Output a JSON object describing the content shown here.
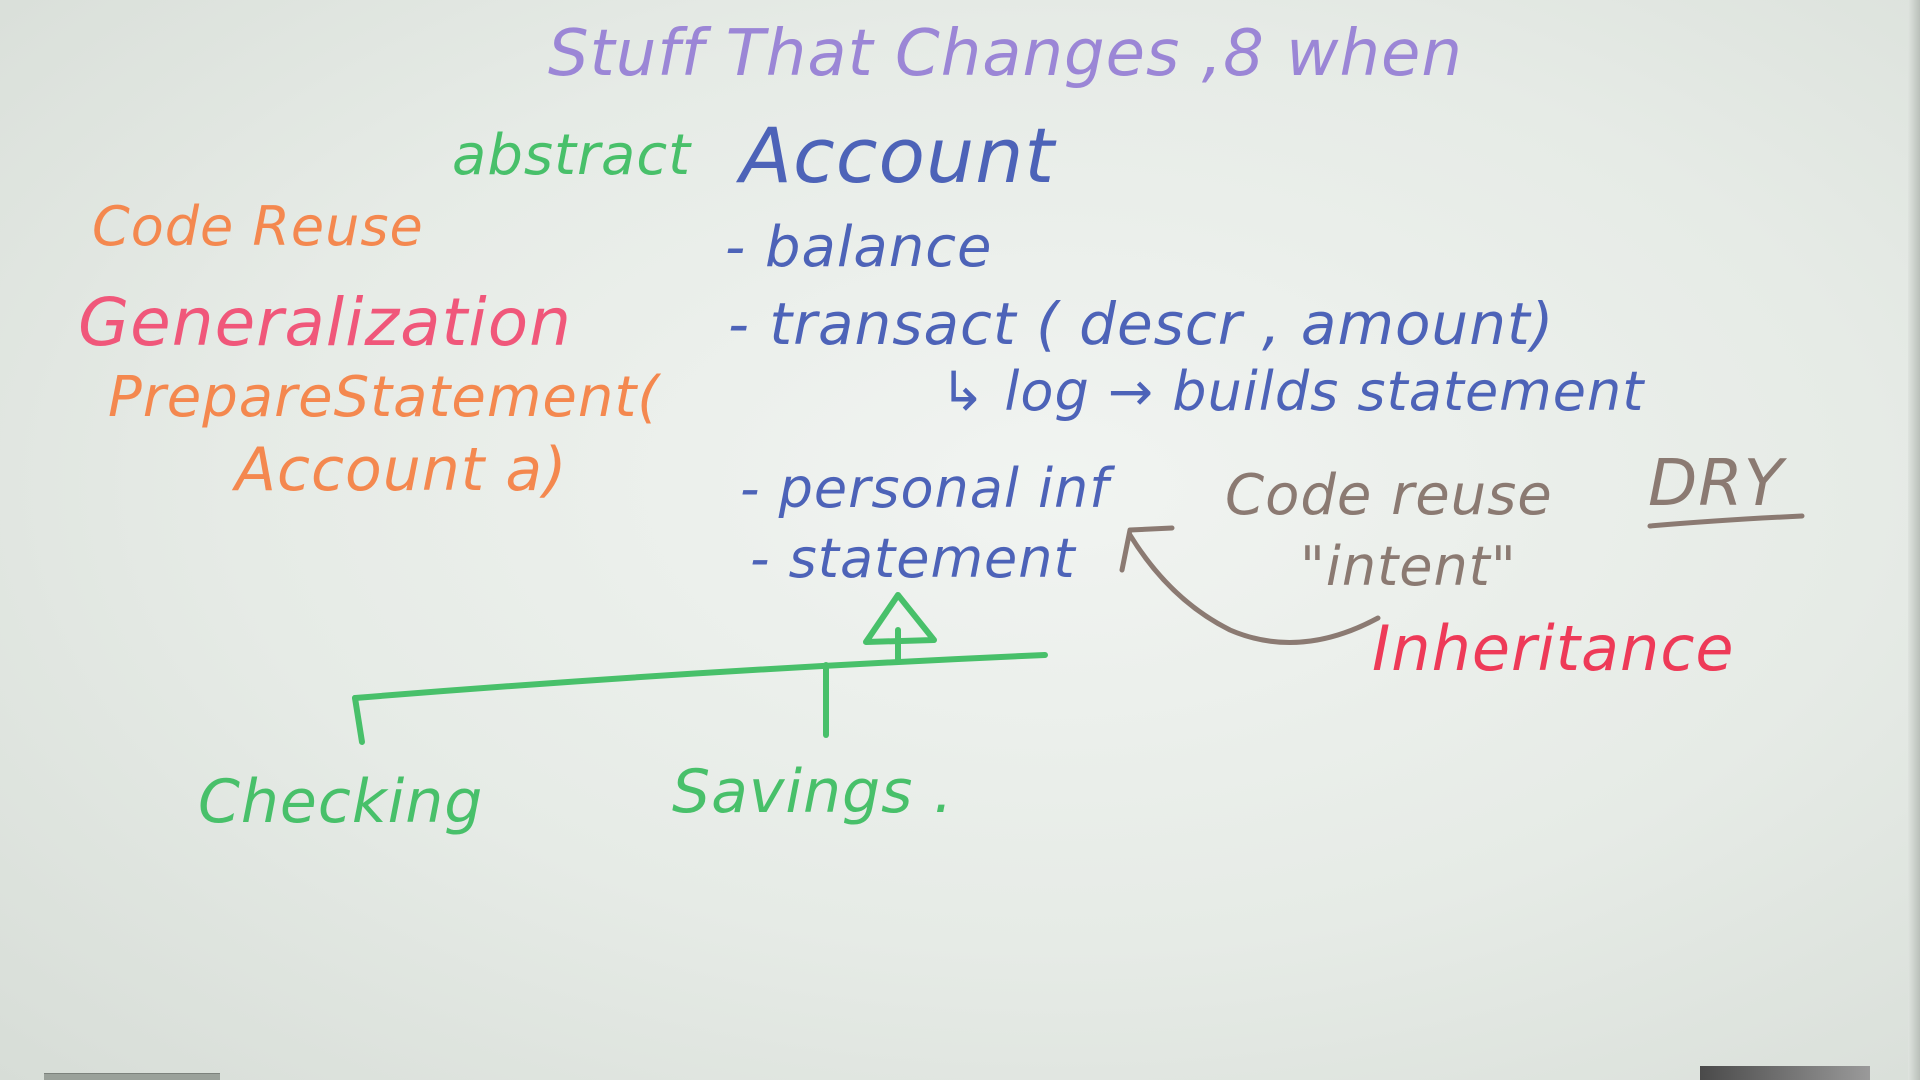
{
  "board": {
    "title": "Stuff That Changes ,8 when",
    "class_header": {
      "modifier": "abstract",
      "name": "Account"
    },
    "members": {
      "balance": "- balance",
      "transact": "- transact ( descr , amount)",
      "log_note": "↳ log → builds statement",
      "personal_info": "- personal inf",
      "statement": "- statement"
    },
    "left_notes": {
      "code_reuse": "Code Reuse",
      "generalization": "Generalization",
      "prepare_statement": "PrepareStatement(",
      "account_param": "Account a)"
    },
    "right_notes": {
      "code_reuse": "Code reuse",
      "dry": "DRY",
      "intent": "\"intent\"",
      "inheritance": "Inheritance"
    },
    "subclasses": {
      "checking": "Checking",
      "savings": "Savings ."
    },
    "colors": {
      "title": "#9b86d6",
      "class": "#4d63b8",
      "hierarchy": "#48c06a",
      "left_notes": "#f4884f",
      "generalization": "#f0577a",
      "inheritance": "#ee3a58",
      "right_notes": "#8b7a72"
    }
  }
}
